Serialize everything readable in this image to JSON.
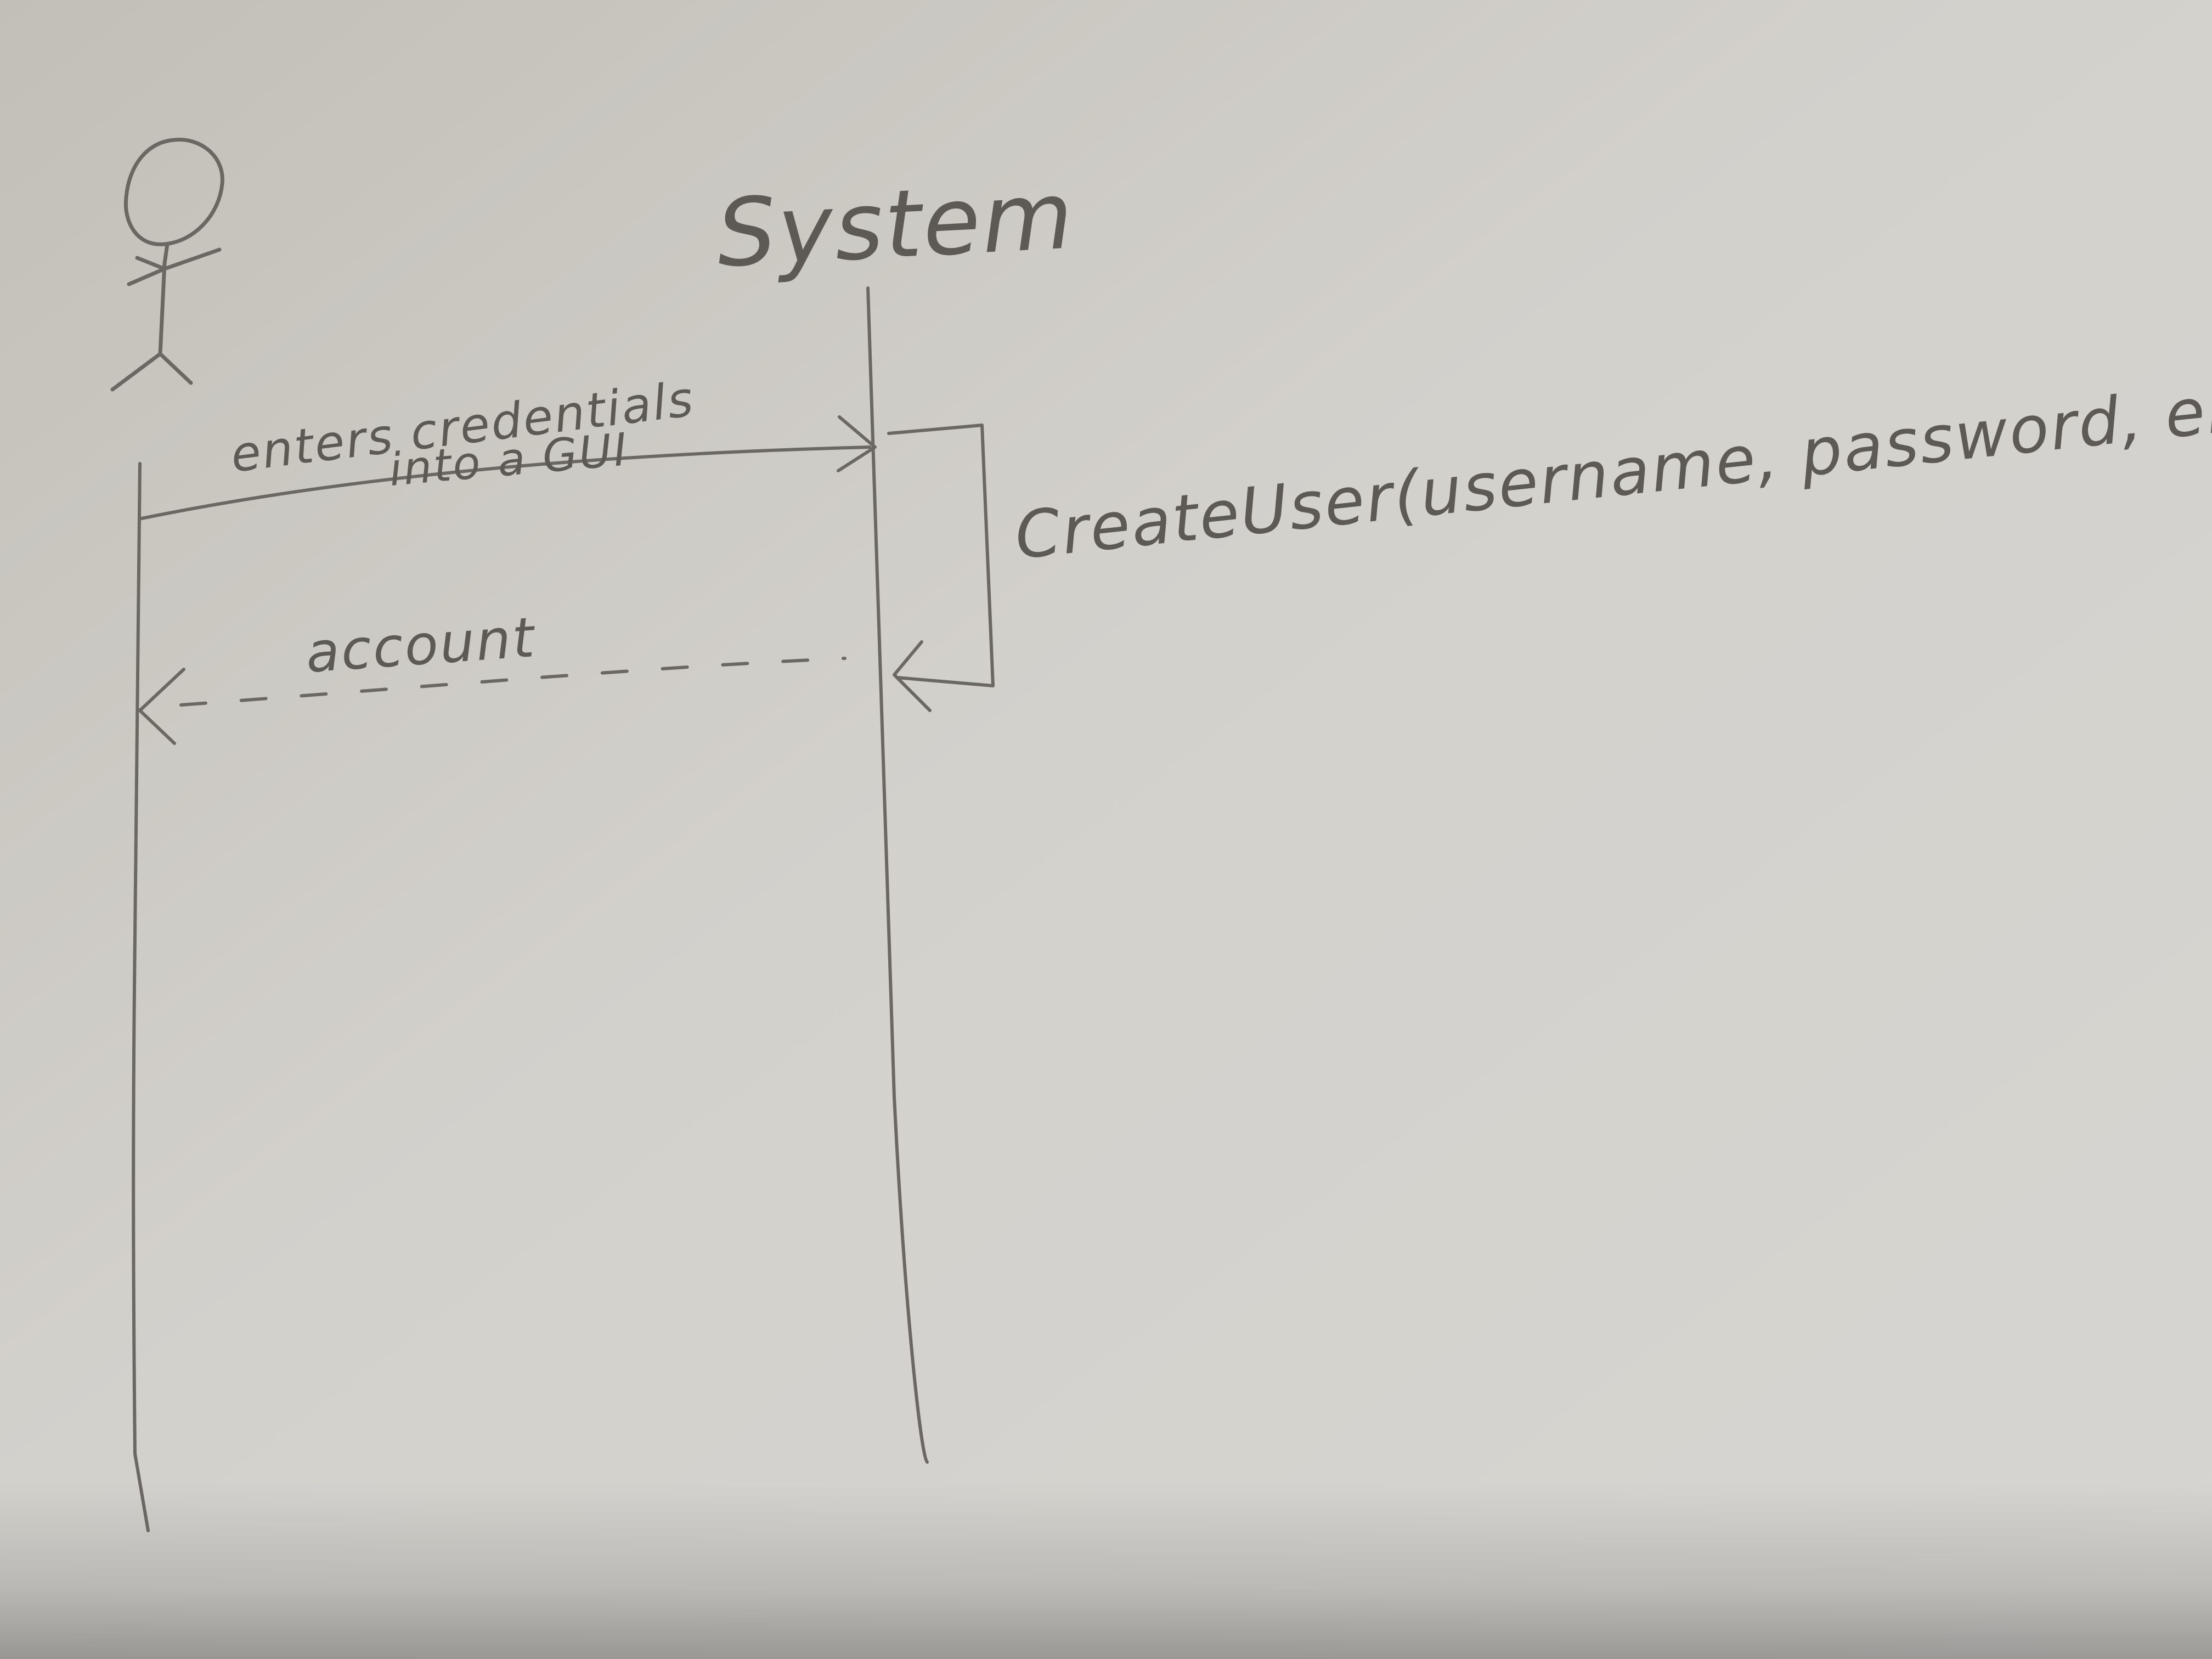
{
  "diagram": {
    "type": "sequence",
    "participants": [
      {
        "id": "user",
        "kind": "actor",
        "label": ""
      },
      {
        "id": "system",
        "kind": "object",
        "label": "System"
      }
    ],
    "messages": [
      {
        "from": "user",
        "to": "system",
        "style": "solid",
        "label_line1": "enters credentials",
        "label_line2": "into a GUI"
      },
      {
        "from": "system",
        "to": "system",
        "style": "self",
        "label": "CreateUser(username, password, email))"
      },
      {
        "from": "system",
        "to": "user",
        "style": "dashed",
        "label": "account"
      }
    ]
  },
  "colors": {
    "paper_light": "#d8d6d1",
    "paper_dark": "#a9a7a2",
    "pencil": "#6b6864"
  }
}
